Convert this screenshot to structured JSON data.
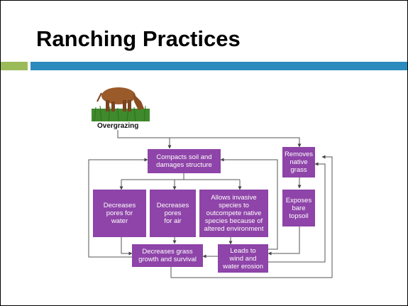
{
  "slide": {
    "title": "Ranching Practices",
    "colors": {
      "accent_green": "#9bbb59",
      "accent_blue": "#2c8bbd",
      "box_purple": "#8e44a8"
    }
  },
  "diagram": {
    "source_label": "Overgrazing",
    "source_icon": "grazing-cow-icon",
    "boxes": {
      "compacts": "Compacts soil and\ndamages structure",
      "water": "Decreases\npores for\nwater",
      "air": "Decreases\npores\nfor air",
      "invasive": "Allows invasive\nspecies to\noutcompete native\nspecies because of\naltered environment",
      "grass": "Decreases grass\ngrowth and survival",
      "erosion": "Leads to\nwind and\nwater erosion",
      "removes": "Removes\nnative\ngrass",
      "exposes": "Exposes\nbare\ntopsoil"
    }
  }
}
